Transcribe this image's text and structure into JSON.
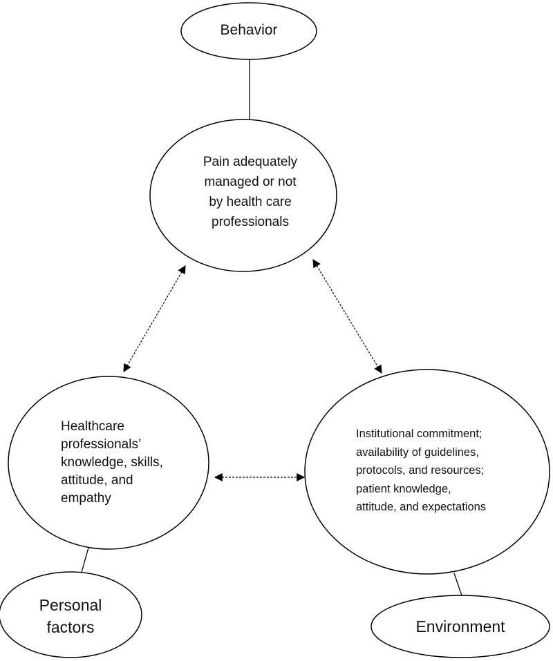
{
  "nodes": {
    "behavior": {
      "label": "Behavior"
    },
    "pain": {
      "label": "Pain adequately\nmanaged or not\nby health care\nprofessionals"
    },
    "professionals": {
      "label": "Healthcare\nprofessionals’\nknowledge, skills,\nattitude, and\nempathy"
    },
    "institutional": {
      "label": "Institutional commitment;\navailability of guidelines,\nprotocols, and resources;\npatient knowledge,\nattitude, and expectations"
    },
    "personal": {
      "label": "Personal\nfactors"
    },
    "environment": {
      "label": "Environment"
    }
  }
}
